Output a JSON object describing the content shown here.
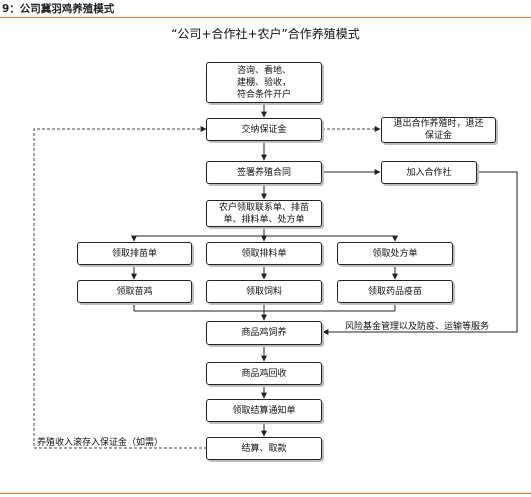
{
  "header": {
    "title": "9：公司冀羽鸡养殖模式"
  },
  "diagram": {
    "title": "“公司+合作社+农户”合作养殖模式",
    "nodes": {
      "consult": "咨询、看地、\n建棚、验收，\n符合条件开户",
      "deposit": "交纳保证金",
      "exit_refund": "退出合作养殖时，退还\n保证金",
      "sign_contract": "签署养殖合同",
      "join_coop": "加入合作社",
      "farmer_receive": "农户领取联系单、排苗\n单、排料单、处方单",
      "chick_order": "领取排苗单",
      "feed_order": "领取排料单",
      "rx_order": "领取处方单",
      "receive_chicks": "领取苗鸡",
      "receive_feed": "领取饲料",
      "receive_vaccine": "领取药品疫苗",
      "raising": "商品鸡饲养",
      "recycle": "商品鸡回收",
      "settle_notice": "领取结算通知单",
      "settle_pay": "结算、取款"
    },
    "notes": {
      "risk_fund": "风险基金管理以及防疫、运输等服务",
      "income_roll": "养殖收入滚存入保证金（如需）"
    }
  }
}
